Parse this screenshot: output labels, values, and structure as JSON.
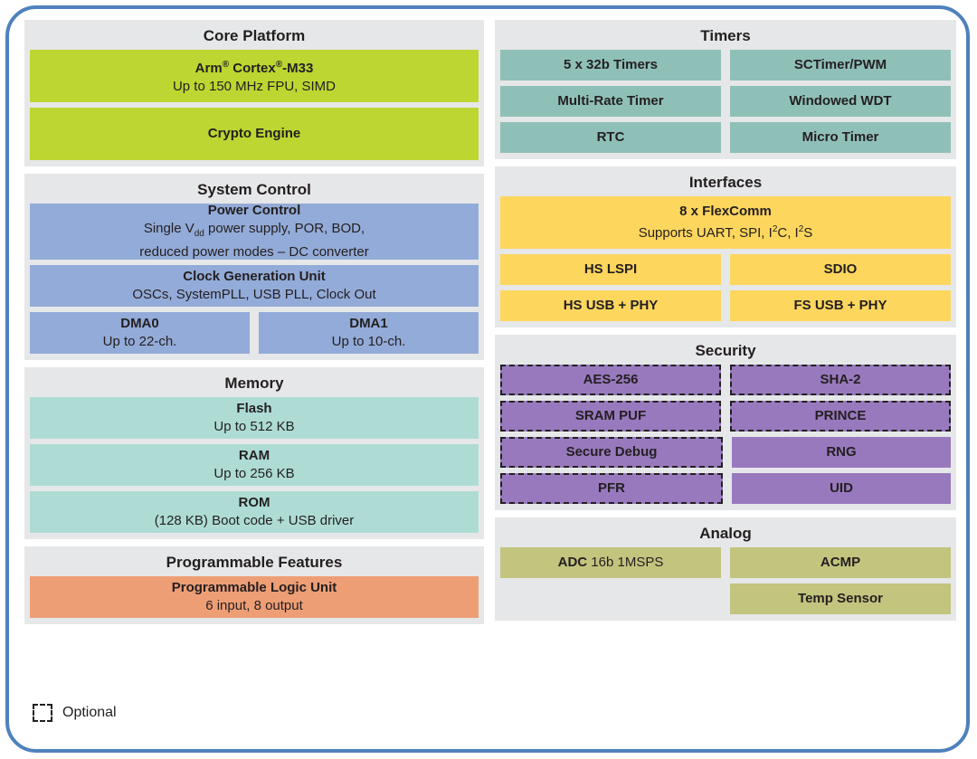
{
  "diagram": {
    "accent_border_color": "#4f81bd",
    "group_background": "#e6e7e8",
    "legend": {
      "label": "Optional",
      "swatch_name": "dashed-square-icon"
    }
  },
  "left_column": {
    "core_platform": {
      "title": "Core Platform",
      "color": "#bdd631",
      "blocks": [
        {
          "line1": "Arm® Cortex®-M33",
          "line2": "Up to 150 MHz FPU, SIMD"
        },
        {
          "line1": "Crypto Engine",
          "line2": ""
        }
      ]
    },
    "system_control": {
      "title": "System Control",
      "color": "#93abd8",
      "power_control": {
        "line1": "Power Control",
        "line2_a": "Single V",
        "line2_sub": "dd",
        "line2_b": " power supply, POR, BOD,",
        "line3": "reduced power modes – DC converter"
      },
      "clock_generation_unit": {
        "line1": "Clock Generation Unit",
        "line2": "OSCs, SystemPLL, USB PLL, Clock Out"
      },
      "dma": [
        {
          "line1": "DMA0",
          "line2": "Up to 22-ch."
        },
        {
          "line1": "DMA1",
          "line2": "Up to 10-ch."
        }
      ]
    },
    "memory": {
      "title": "Memory",
      "color": "#aedcd5",
      "blocks": [
        {
          "line1": "Flash",
          "line2": "Up to 512 KB"
        },
        {
          "line1": "RAM",
          "line2": "Up to 256 KB"
        },
        {
          "line1": "ROM",
          "line2": "(128 KB) Boot code + USB driver"
        }
      ]
    },
    "programmable_features": {
      "title": "Programmable Features",
      "color": "#ee9e75",
      "blocks": [
        {
          "line1": "Programmable Logic Unit",
          "line2": "6 input, 8 output"
        }
      ]
    }
  },
  "right_column": {
    "timers": {
      "title": "Timers",
      "color": "#8fc0b8",
      "rows": [
        [
          {
            "line1": "5 x 32b Timers"
          },
          {
            "line1": "SCTimer/PWM"
          }
        ],
        [
          {
            "line1": "Multi-Rate Timer"
          },
          {
            "line1": "Windowed WDT"
          }
        ],
        [
          {
            "line1": "RTC"
          },
          {
            "line1": "Micro Timer"
          }
        ]
      ]
    },
    "interfaces": {
      "title": "Interfaces",
      "color": "#fdd65e",
      "flexcomm": {
        "line1": "8 x FlexComm",
        "line2_a": "Supports UART, SPI, I",
        "line2_sup1": "2",
        "line2_b": "C, I",
        "line2_sup2": "2",
        "line2_c": "S"
      },
      "rows": [
        [
          {
            "line1": "HS LSPI"
          },
          {
            "line1": "SDIO"
          }
        ],
        [
          {
            "line1": "HS USB + PHY"
          },
          {
            "line1": "FS USB + PHY"
          }
        ]
      ]
    },
    "security": {
      "title": "Security",
      "color": "#9879be",
      "rows": [
        [
          {
            "line1": "AES-256",
            "optional": true
          },
          {
            "line1": "SHA-2",
            "optional": true
          }
        ],
        [
          {
            "line1": "SRAM PUF",
            "optional": true
          },
          {
            "line1": "PRINCE",
            "optional": true
          }
        ],
        [
          {
            "line1": "Secure Debug",
            "optional": true
          },
          {
            "line1": "RNG",
            "optional": false
          }
        ],
        [
          {
            "line1": "PFR",
            "optional": true
          },
          {
            "line1": "UID",
            "optional": false
          }
        ]
      ]
    },
    "analog": {
      "title": "Analog",
      "color": "#c3c47e",
      "rows": [
        [
          {
            "line1": "ADC",
            "line2": " 16b 1MSPS"
          },
          {
            "line1": "ACMP"
          }
        ],
        [
          {
            "line1": "",
            "empty": true
          },
          {
            "line1": "Temp Sensor"
          }
        ]
      ]
    }
  }
}
